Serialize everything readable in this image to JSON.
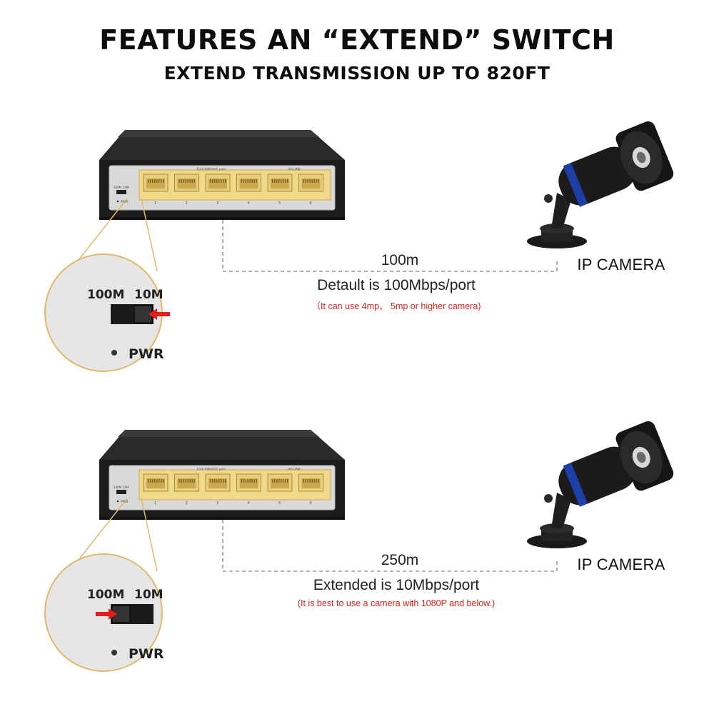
{
  "header": {
    "title": "FEATURES AN “EXTEND” SWITCH",
    "subtitle": "EXTEND TRANSMISSION UP TO 820FT"
  },
  "switch_labels": {
    "poe_port": "10/100M POE port",
    "uplink": "UP-LINK",
    "ports": [
      "1",
      "2",
      "3",
      "4",
      "5",
      "6"
    ],
    "speed_100": "100M",
    "speed_10": "10M",
    "pwr": "PWR"
  },
  "sections": [
    {
      "distance": "100m",
      "camera_label": "IP CAMERA",
      "mode": "Detault is 100Mbps/port",
      "note": "（It can use 4mp、 5mp or higher camera)",
      "switch_position": "10M"
    },
    {
      "distance": "250m",
      "camera_label": "IP CAMERA",
      "mode": "Extended is 10Mbps/port",
      "note": "(It is best to use a camera with 1080P and below.)",
      "switch_position": "100M"
    }
  ],
  "colors": {
    "note_red": "#e0201b",
    "port_yellow": "#f1d98a",
    "zoom_border": "#e2b86a",
    "camera_ring": "#1f3fa8",
    "arrow_red": "#e51c1c"
  }
}
